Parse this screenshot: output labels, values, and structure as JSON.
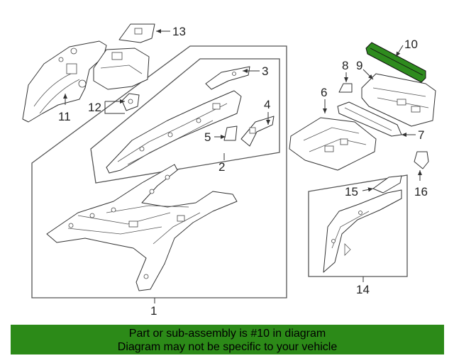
{
  "diagram": {
    "callouts": [
      "1",
      "2",
      "3",
      "4",
      "5",
      "6",
      "7",
      "8",
      "9",
      "10",
      "11",
      "12",
      "13",
      "14",
      "15",
      "16"
    ],
    "highlight_color": "#2e8b1e"
  },
  "banner": {
    "line1": "Part or sub-assembly is #10 in diagram",
    "line2": "Diagram may not be specific to your vehicle",
    "background": "#2c8a18"
  }
}
